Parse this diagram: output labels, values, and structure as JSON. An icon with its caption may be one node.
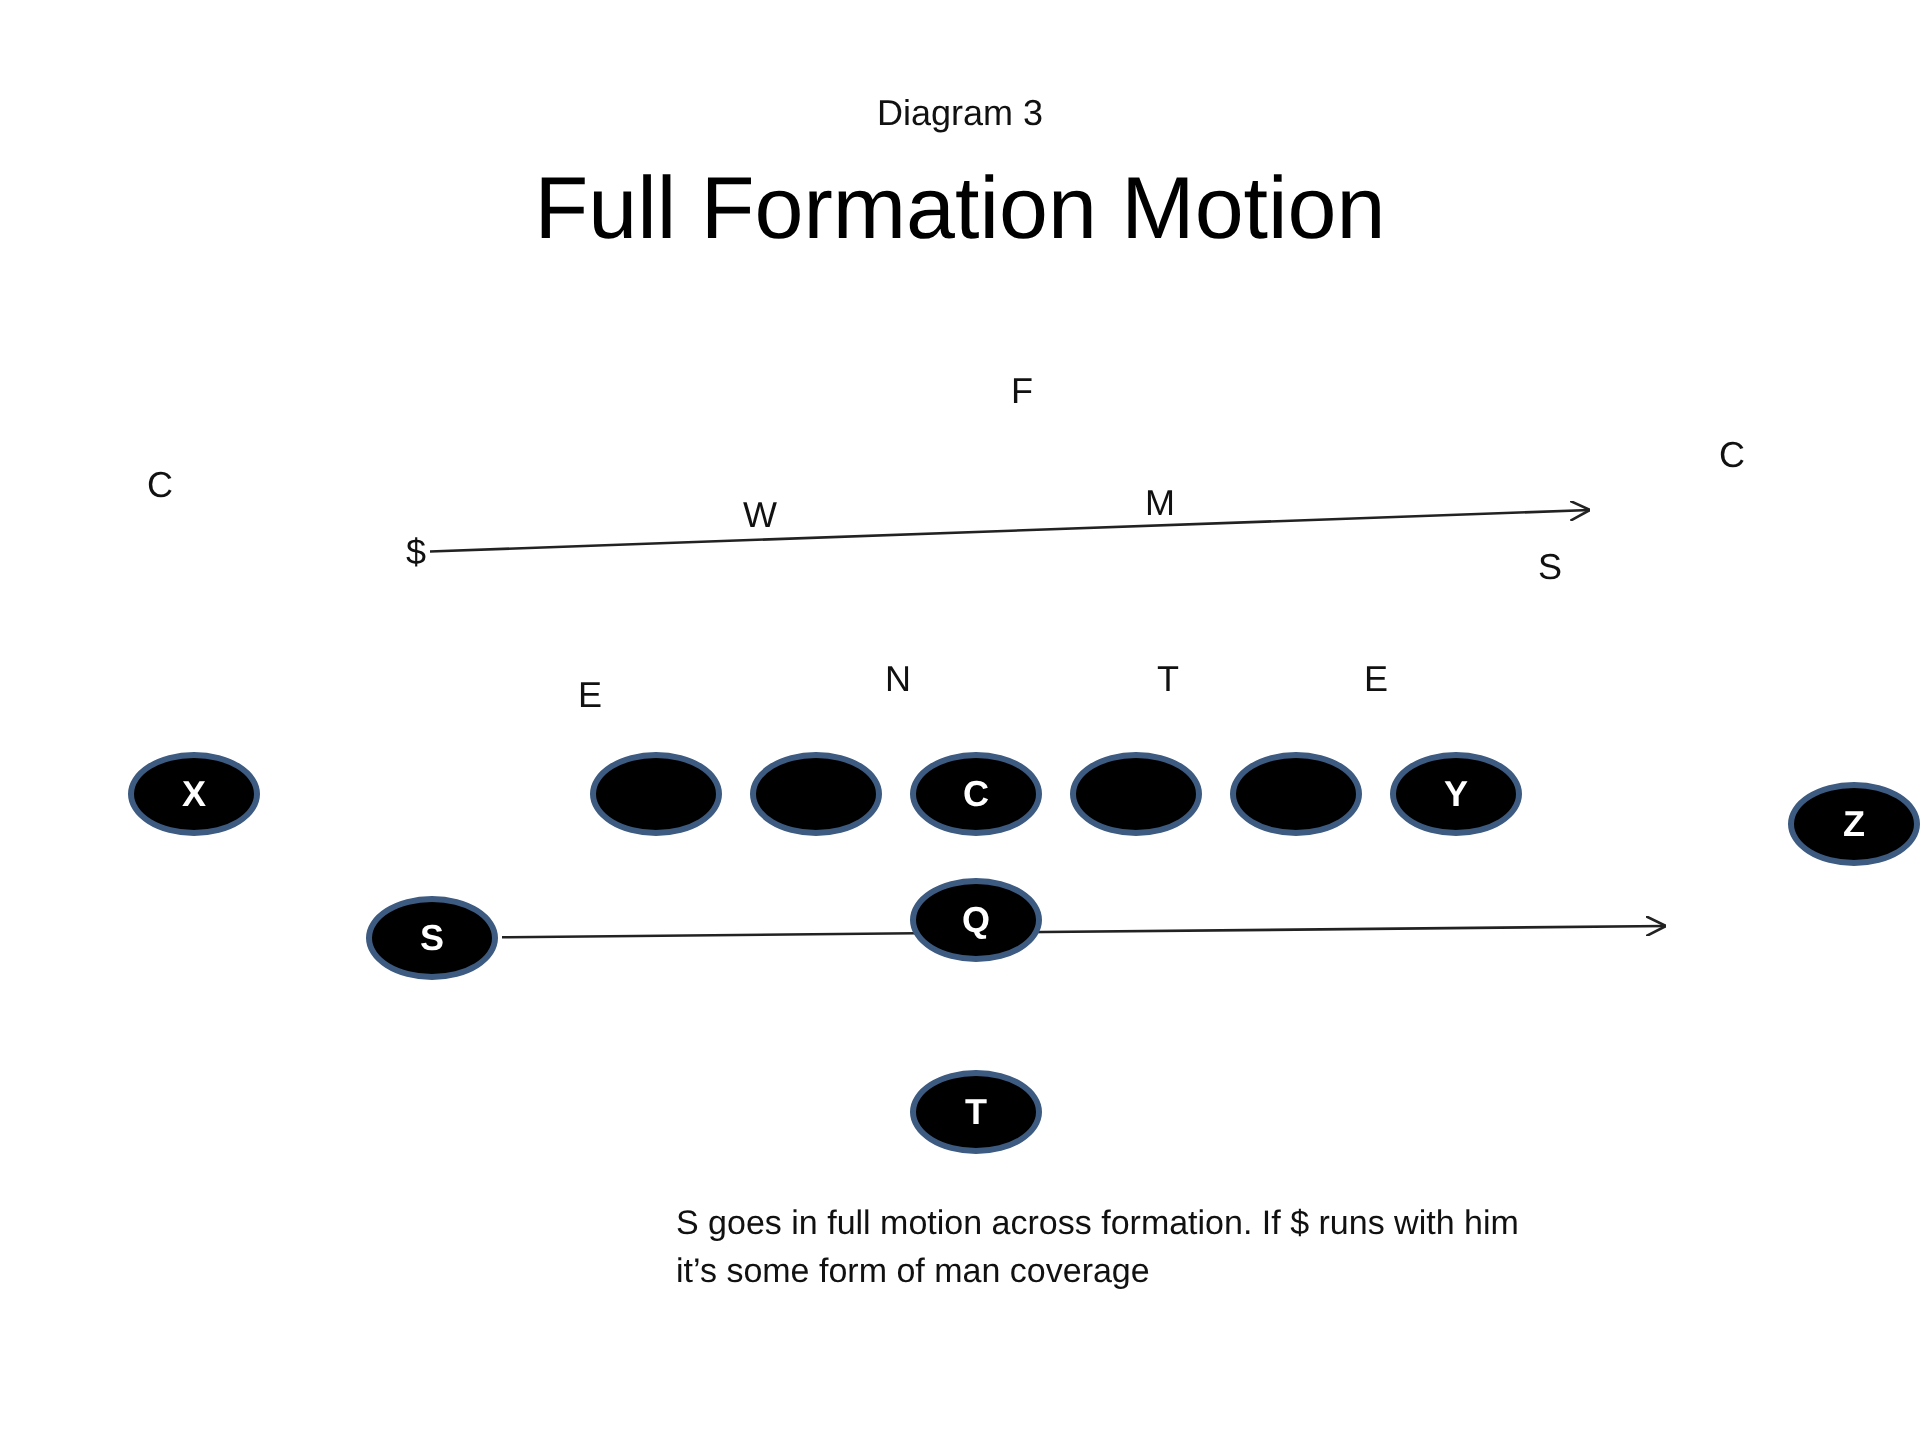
{
  "diagram": {
    "title": "Full Formation Motion",
    "caption": "S goes in full motion across formation. If $ runs with him it’s some form of man coverage",
    "nodes": [
      {
        "text": [
          "$"
        ]
      },
      {
        "text": [
          "X"
        ]
      },
      {
        "text": [],
        "shape": "oval"
      },
      {
        "text": [],
        "shape": "oval"
      },
      {
        "text": [
          "C"
        ]
      },
      {
        "text": [],
        "shape": "oval"
      },
      {
        "text": [],
        "shape": "oval"
      },
      {
        "text": [
          "Y"
        ]
      },
      {
        "text": [
          "Z"
        ]
      },
      {
        "text": [
          "S"
        ]
      },
      {
        "text": [
          "Q"
        ]
      },
      {
        "text": [
          "T"
        ]
      }
    ],
    "edges": [
      {
        "from": 0,
        "to": null,
        "arrow": "to"
      },
      {
        "from": 9,
        "to": null,
        "arrow": "to"
      }
    ],
    "labels": [
      "Diagram 3",
      "F",
      "C",
      "C",
      "W",
      "M",
      "S",
      "N",
      "T",
      "E",
      "E"
    ]
  }
}
